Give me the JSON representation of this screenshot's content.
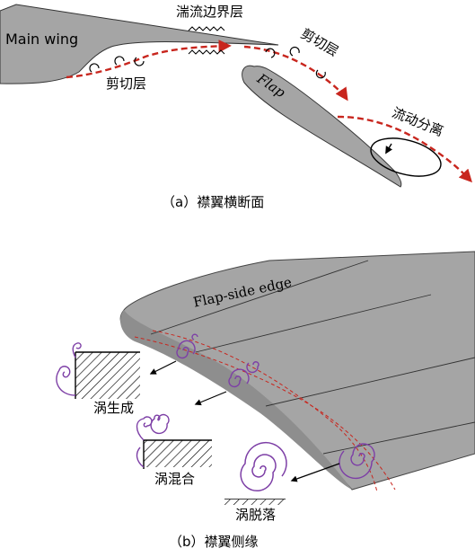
{
  "panel_a": {
    "main_wing_label": "Main wing",
    "flap_label": "Flap",
    "turbulent_bl_label": "湍流边界层",
    "shear_layer_left_label": "剪切层",
    "shear_layer_right_label": "剪切层",
    "separation_label": "流动分离",
    "caption": "（a）襟翼横断面"
  },
  "panel_b": {
    "flap_side_edge_label": "Flap-side edge",
    "vortex_generation_label": "涡生成",
    "vortex_mixing_label": "涡混合",
    "vortex_shedding_label": "涡脱落",
    "caption": "（b）襟翼侧缘"
  },
  "colors": {
    "wing_gray": "#a5a5a5",
    "shear_red": "#c8261e",
    "vortex_purple": "#7d3fa6",
    "ink": "#000000"
  }
}
